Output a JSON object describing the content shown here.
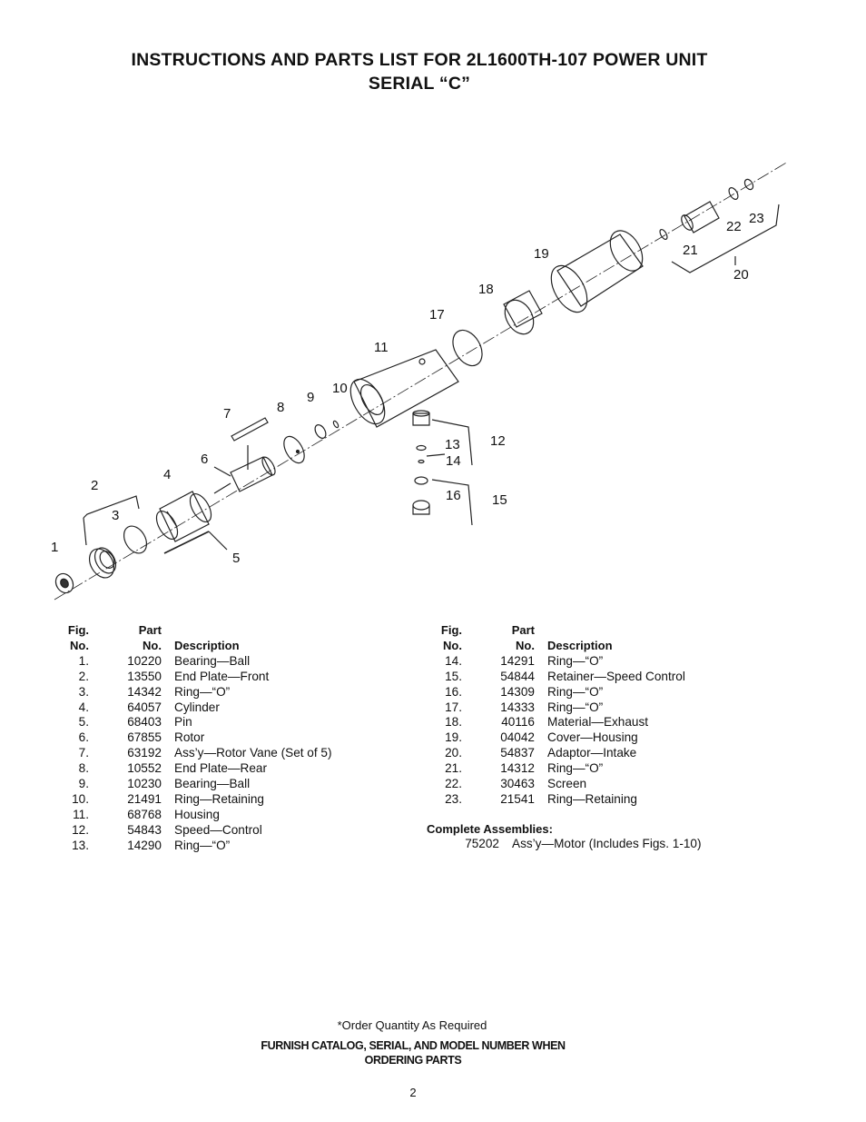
{
  "title": {
    "line1": "INSTRUCTIONS AND PARTS LIST FOR  2L1600TH-107 POWER UNIT",
    "line2": "SERIAL “C”"
  },
  "diagram": {
    "callouts": [
      "1",
      "2",
      "3",
      "4",
      "5",
      "6",
      "7",
      "8",
      "9",
      "10",
      "11",
      "12",
      "13",
      "14",
      "15",
      "16",
      "17",
      "18",
      "19",
      "20",
      "21",
      "22",
      "23"
    ]
  },
  "table_header": {
    "fig1": "Fig.",
    "fig2": "No.",
    "part1": "Part",
    "part2": "No.",
    "desc": "Description"
  },
  "parts_left": [
    {
      "fig": "1.",
      "part": "10220",
      "desc": "Bearing—Ball"
    },
    {
      "fig": "2.",
      "part": "13550",
      "desc": "End Plate—Front"
    },
    {
      "fig": "3.",
      "part": "14342",
      "desc": "Ring—“O”"
    },
    {
      "fig": "4.",
      "part": "64057",
      "desc": "Cylinder"
    },
    {
      "fig": "5.",
      "part": "68403",
      "desc": "Pin"
    },
    {
      "fig": "6.",
      "part": "67855",
      "desc": "Rotor"
    },
    {
      "fig": "7.",
      "part": "63192",
      "desc": "Ass’y—Rotor Vane (Set of 5)"
    },
    {
      "fig": "8.",
      "part": "10552",
      "desc": "End Plate—Rear"
    },
    {
      "fig": "9.",
      "part": "10230",
      "desc": "Bearing—Ball"
    },
    {
      "fig": "10.",
      "part": "21491",
      "desc": "Ring—Retaining"
    },
    {
      "fig": "11.",
      "part": "68768",
      "desc": "Housing"
    },
    {
      "fig": "12.",
      "part": "54843",
      "desc": "Speed—Control"
    },
    {
      "fig": "13.",
      "part": "14290",
      "desc": "Ring—“O”"
    }
  ],
  "parts_right": [
    {
      "fig": "14.",
      "part": "14291",
      "desc": "Ring—“O”"
    },
    {
      "fig": "15.",
      "part": "54844",
      "desc": "Retainer—Speed  Control"
    },
    {
      "fig": "16.",
      "part": "14309",
      "desc": "Ring—“O”"
    },
    {
      "fig": "17.",
      "part": "14333",
      "desc": "Ring—“O”"
    },
    {
      "fig": "18.",
      "part": "40116",
      "desc": "Material—Exhaust"
    },
    {
      "fig": "19.",
      "part": "04042",
      "desc": "Cover—Housing"
    },
    {
      "fig": "20.",
      "part": "54837",
      "desc": "Adaptor—Intake"
    },
    {
      "fig": "21.",
      "part": "14312",
      "desc": "Ring—“O”"
    },
    {
      "fig": "22.",
      "part": "30463",
      "desc": "Screen"
    },
    {
      "fig": "23.",
      "part": "21541",
      "desc": "Ring—Retaining"
    }
  ],
  "complete_assemblies": {
    "heading": "Complete Assemblies:",
    "part": "75202",
    "desc": "Ass’y—Motor (Includes Figs. 1-10)"
  },
  "footer": {
    "note": "*Order Quantity As Required",
    "furnish1": "FURNISH CATALOG, SERIAL, AND MODEL NUMBER WHEN",
    "furnish2": "ORDERING PARTS",
    "page": "2"
  }
}
